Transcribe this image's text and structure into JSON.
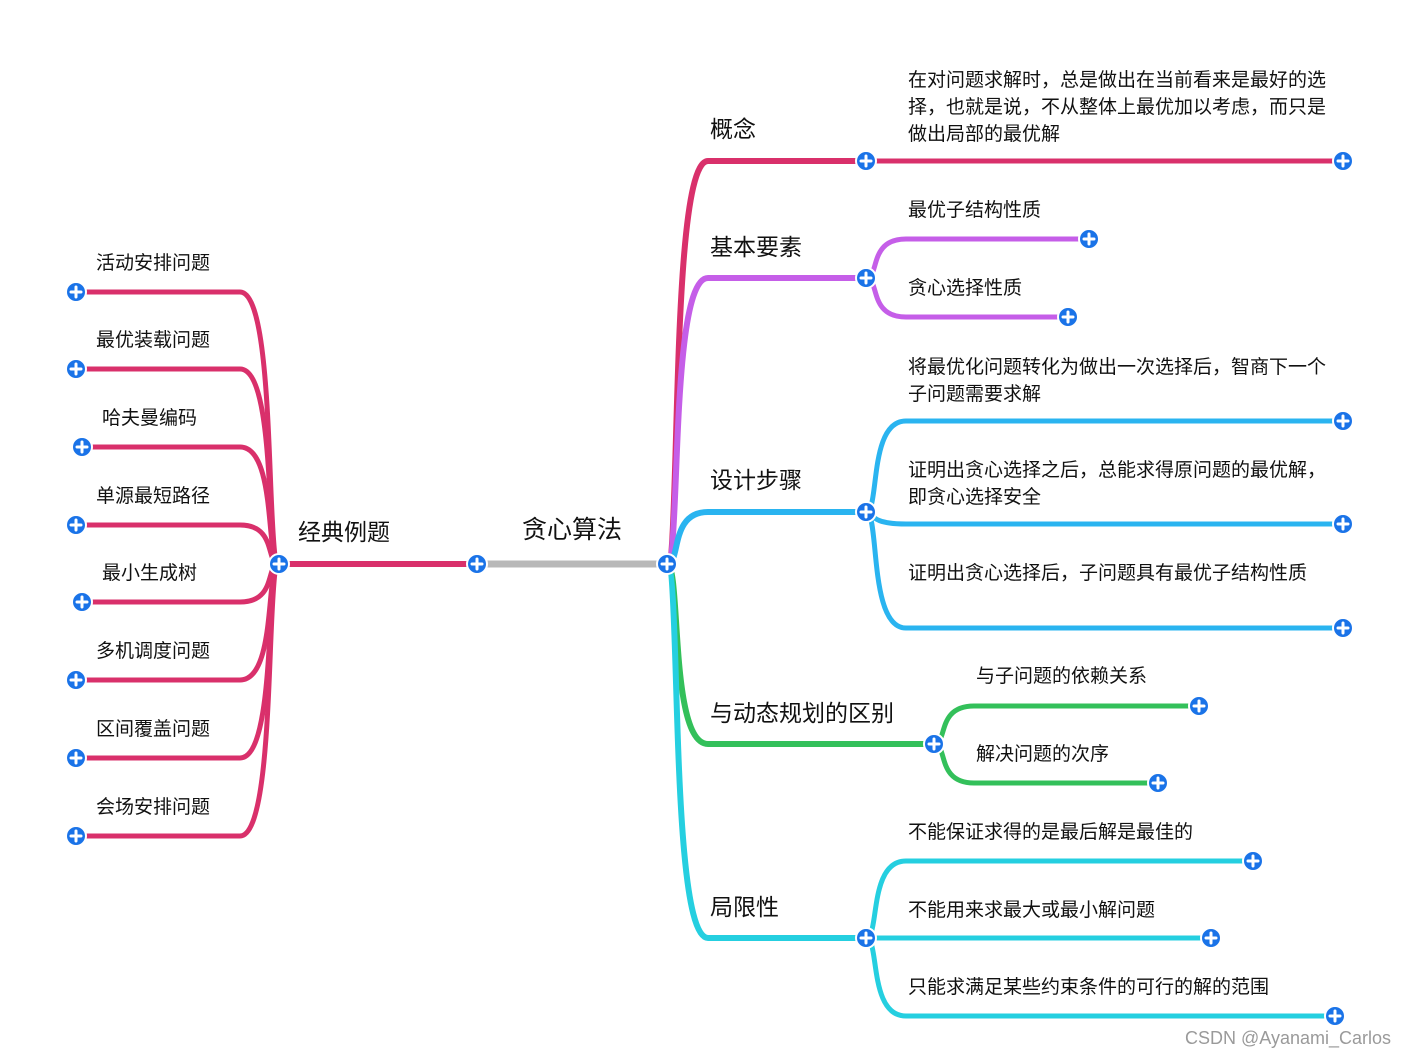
{
  "root": {
    "label": "贪心算法"
  },
  "left": {
    "label": "经典例题",
    "items": [
      "活动安排问题",
      "最优装载问题",
      "哈夫曼编码",
      "单源最短路径",
      "最小生成树",
      "多机调度问题",
      "区间覆盖问题",
      "会场安排问题"
    ]
  },
  "right": [
    {
      "label": "概念",
      "items": [
        "在对问题求解时，总是做出在当前看来是最好的选择，也就是说，不从整体上最优加以考虑，而只是做出局部的最优解"
      ]
    },
    {
      "label": "基本要素",
      "items": [
        "最优子结构性质",
        "贪心选择性质"
      ]
    },
    {
      "label": "设计步骤",
      "items": [
        "将最优化问题转化为做出一次选择后，智商下一个子问题需要求解",
        "证明出贪心选择之后，总能求得原问题的最优解，即贪心选择安全",
        "证明出贪心选择后，子问题具有最优子结构性质"
      ]
    },
    {
      "label": "与动态规划的区别",
      "items": [
        "与子问题的依赖关系",
        "解决问题的次序"
      ]
    },
    {
      "label": "局限性",
      "items": [
        "不能保证求得的是最后解是最佳的",
        "不能用来求最大或最小解问题",
        "只能求满足某些约束条件的可行的解的范围"
      ]
    }
  ],
  "watermark": "CSDN @Ayanami_Carlos",
  "colors": {
    "root_link": "#b8b8b8",
    "classic": "#d9306b",
    "concept": "#d9306b",
    "elements": "#c55ee8",
    "steps": "#2ab4f0",
    "dp": "#33c05a",
    "limits": "#25cfe0",
    "expand_button": "#1a73e8"
  },
  "icons": {
    "expand": "plus-circle-icon"
  }
}
